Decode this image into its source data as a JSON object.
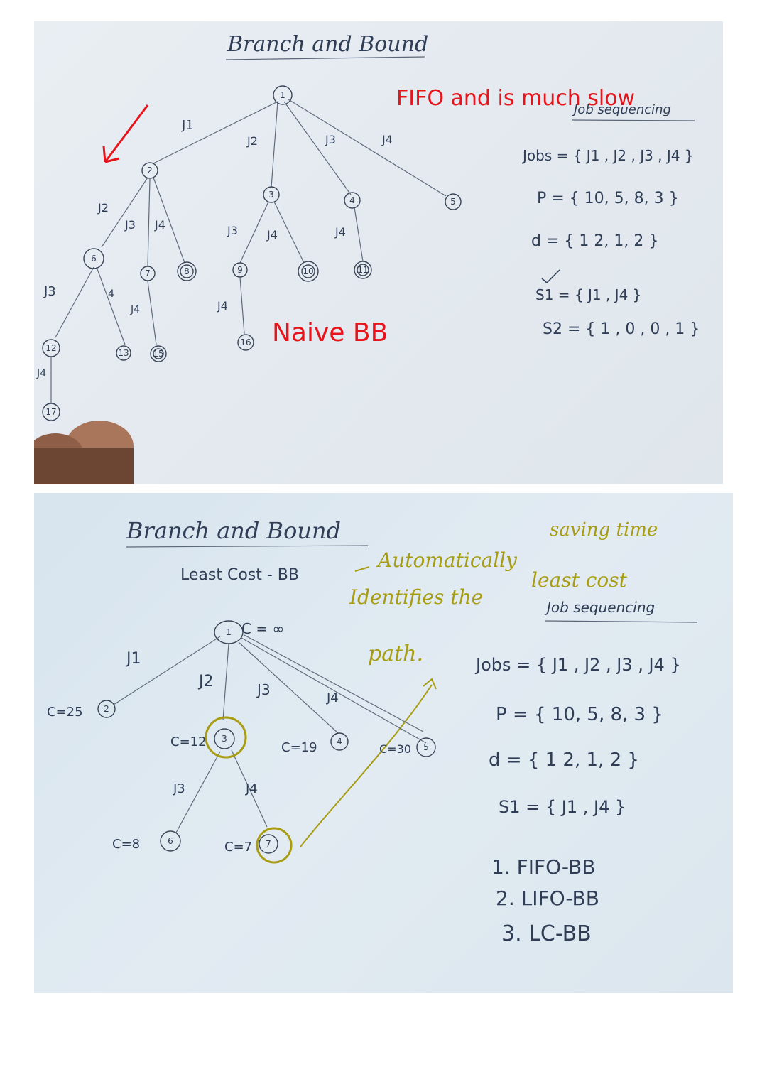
{
  "board1": {
    "title": "Branch and Bound",
    "annotation_fifo": "FIFO and is much slow",
    "annotation_naive": "Naive BB",
    "job_sequencing": "Job sequencing",
    "jobs_line": "Jobs = { J1 , J2 , J3 , J4 }",
    "p_line": "P = { 10, 5, 8, 3 }",
    "d_line": "d = { 1 2, 1, 2 }",
    "s1_line": "S1 = { J1 , J4 }",
    "s2_line": "S2 = { 1 , 0 , 0 , 1 }",
    "edge_labels": [
      "J1",
      "J2",
      "J3",
      "J4",
      "J2",
      "J3",
      "J4",
      "J3",
      "J4",
      "J4",
      "J3",
      "4",
      "J4",
      "J4",
      "J4"
    ],
    "nodes": [
      "1",
      "2",
      "3",
      "4",
      "5",
      "6",
      "7",
      "8",
      "9",
      "10",
      "11",
      "12",
      "13",
      "15",
      "16",
      "17"
    ],
    "colors": {
      "ink": "#2f3e56",
      "red": "#e8141c"
    }
  },
  "board2": {
    "title": "Branch and Bound",
    "subtitle": "Least Cost - BB",
    "annotation_line1": "Automatically",
    "annotation_line2": "Identifies the",
    "annotation_line3": "path.",
    "annotation_saving": "saving time",
    "annotation_least": "least cost",
    "job_sequencing": "Job sequencing",
    "jobs_line": "Jobs = { J1 , J2 , J3 , J4 }",
    "p_line": "P = { 10, 5, 8, 3 }",
    "d_line": "d = { 1 2, 1, 2 }",
    "s1_line": "S1 = { J1 , J4 }",
    "list": [
      "1. FIFO-BB",
      "2. LIFO-BB",
      "3. LC-BB"
    ],
    "root_cost": "C = ∞",
    "edge_labels": [
      "J1",
      "J2",
      "J3",
      "J4",
      "J3",
      "J4"
    ],
    "nodes": [
      "1",
      "2",
      "3",
      "4",
      "5",
      "6",
      "7"
    ],
    "costs": [
      "C=25",
      "C=12",
      "C=19",
      "C=30",
      "C=8",
      "C=7"
    ],
    "colors": {
      "ink": "#2f3e56",
      "olive": "#a89c12"
    }
  }
}
